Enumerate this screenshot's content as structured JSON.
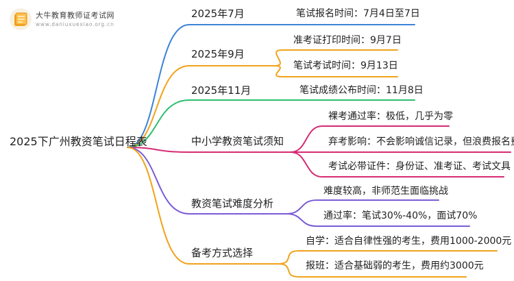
{
  "logo": {
    "title": "大牛教育教师证考试网",
    "url": "www.daniuxuexiao.org.cn"
  },
  "root": "2025下广州教资笔试日程表",
  "branches": [
    {
      "label": "2025年7月",
      "color": "#3b82d6",
      "leaves": [
        {
          "label": "笔试报名时间：7月4日至7日"
        }
      ]
    },
    {
      "label": "2025年9月",
      "color": "#f0a21a",
      "leaves": [
        {
          "label": "准考证打印时间：9月7日"
        },
        {
          "label": "笔试考试时间：9月13日"
        }
      ]
    },
    {
      "label": "2025年11月",
      "color": "#2dbd6e",
      "leaves": [
        {
          "label": "笔试成绩公布时间：11月8日"
        }
      ]
    },
    {
      "label": "中小学教资笔试须知",
      "color": "#d62a73",
      "leaves": [
        {
          "label": "裸考通过率：极低，几乎为零"
        },
        {
          "label": "弃考影响：不会影响诚信记录，但浪费报名费"
        },
        {
          "label": "考试必带证件：身份证、准考证、考试文具"
        }
      ]
    },
    {
      "label": "教资笔试难度分析",
      "color": "#7b5bd6",
      "leaves": [
        {
          "label": "难度较高，非师范生面临挑战"
        },
        {
          "label": "通过率：笔试30%-40%，面试70%"
        }
      ]
    },
    {
      "label": "备考方式选择",
      "color": "#f0a21a",
      "leaves": [
        {
          "label": "自学：适合自律性强的考生，费用1000-2000元"
        },
        {
          "label": "报班：适合基础弱的考生，费用约3000元"
        }
      ]
    }
  ]
}
